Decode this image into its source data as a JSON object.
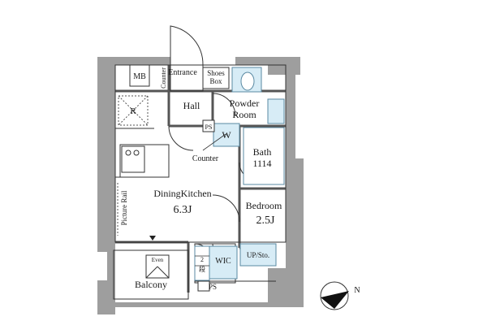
{
  "rooms": {
    "mb": "MB",
    "entrance": "Entrance",
    "shoes_box_line1": "Shoes",
    "shoes_box_line2": "Box",
    "counter_vertical": "Counter",
    "hall": "Hall",
    "powder_room_line1": "Powder",
    "powder_room_line2": "Room",
    "refrigerator": "R",
    "ps_top": "PS",
    "washer": "W",
    "counter": "Counter",
    "bath": "Bath",
    "bath_size": "1114",
    "dining_kitchen": "DiningKitchen",
    "dining_kitchen_size": "6.3J",
    "picture_rail": "Picture Rail",
    "bedroom": "Bedroom",
    "bedroom_size": "2.5J",
    "even": "Even",
    "stair_line1": "2",
    "stair_line2": "段",
    "wic": "WIC",
    "up_storage": "UP/Sto.",
    "balcony": "Balcony",
    "ps_bottom": "PS"
  },
  "compass": {
    "north": "N"
  },
  "colors": {
    "wall": "#9e9e9e",
    "wall_dark": "#7a7a7a",
    "fixture_blue": "#d7ecf6",
    "line": "#333333"
  }
}
